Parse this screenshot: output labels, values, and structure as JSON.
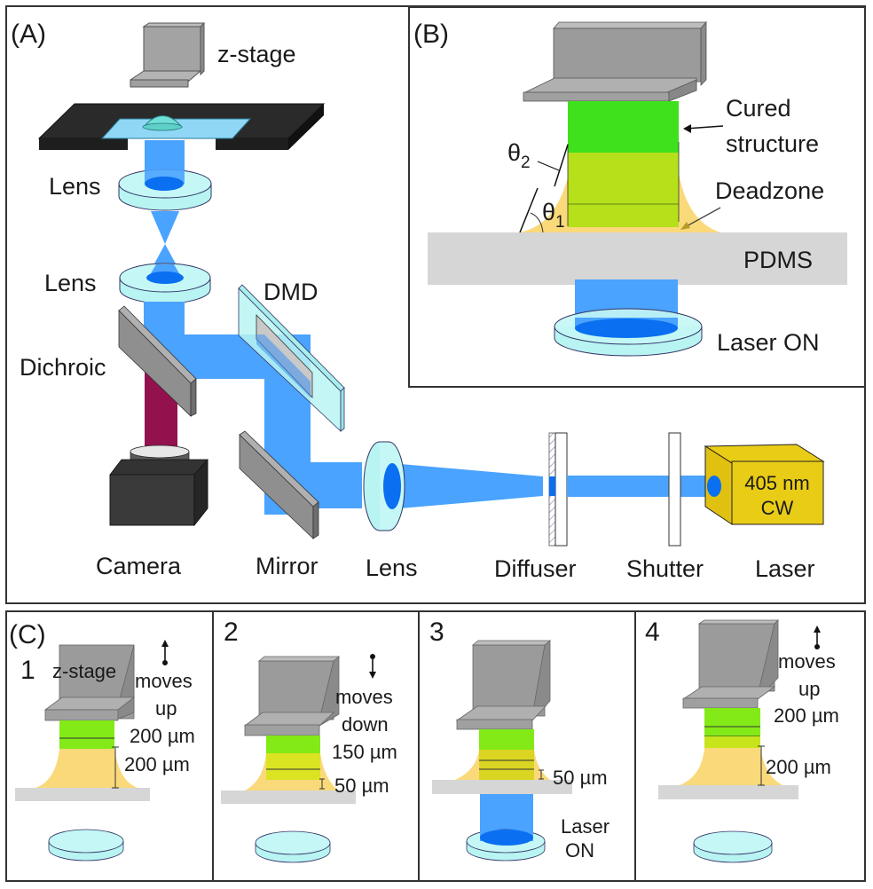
{
  "panel_a": {
    "label": "(A)",
    "components": {
      "z_stage": "z-stage",
      "lens_top": "Lens",
      "lens_mid": "Lens",
      "dmd": "DMD",
      "dichroic": "Dichroic",
      "camera": "Camera",
      "mirror": "Mirror",
      "lens_bottom": "Lens",
      "diffuser": "Diffuser",
      "shutter": "Shutter",
      "laser": "Laser"
    },
    "laser_box": {
      "line1": "405 nm",
      "line2": "CW"
    }
  },
  "panel_b": {
    "label": "(B)",
    "cured_structure_line1": "Cured",
    "cured_structure_line2": "structure",
    "theta2": "θ",
    "theta2_sub": "2",
    "theta1": "θ",
    "theta1_sub": "1",
    "deadzone": "Deadzone",
    "pdms": "PDMS",
    "laser_on": "Laser ON"
  },
  "panel_c": {
    "label": "(C)",
    "steps": [
      {
        "num": "1",
        "stage_label": "z-stage",
        "motion_line1": "moves",
        "motion_line2": "up",
        "motion_amount": "200 µm",
        "gap": "200 µm",
        "direction": "up"
      },
      {
        "num": "2",
        "motion_line1": "moves",
        "motion_line2": "down",
        "motion_amount": "150 µm",
        "gap": "50 µm",
        "direction": "down"
      },
      {
        "num": "3",
        "gap": "50 µm",
        "laser_line1": "Laser",
        "laser_line2": "ON"
      },
      {
        "num": "4",
        "motion_line1": "moves",
        "motion_line2": "up",
        "motion_amount": "200 µm",
        "gap": "200 µm",
        "direction": "up"
      }
    ]
  },
  "colors": {
    "beam": "#4aa3ff",
    "beam_core": "#0a6ff0",
    "lens": "#b8f4f2",
    "stage_gray": "#9b9b9b",
    "cured_green": "#3fe01c",
    "resin_yellowgreen": "#b5e01a",
    "deadzone": "#fad97a",
    "pdms": "#d6d6d6",
    "camera_path": "#93114d",
    "laser_box": "#e9cc16"
  }
}
